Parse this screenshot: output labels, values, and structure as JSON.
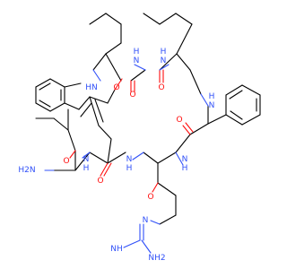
{
  "atoms": {
    "amide_h2n": "H2N",
    "amide_o": "O",
    "n_trp_nh": "N",
    "n_trp_h": "H",
    "o_trp": "O",
    "n_trp2": "N",
    "n_trp2_h": "H",
    "o_arg": "O",
    "n_arg": "N",
    "n_arg_h": "H",
    "o_phe": "O",
    "n_phe": "N",
    "n_phe_h": "H",
    "o_nle2": "O",
    "n_nle2": "N",
    "n_nle2_h": "H",
    "o_nle1": "O",
    "n_nle1": "N",
    "n_nle1_h": "H",
    "indole_nh": "HN",
    "o_lactam": "O",
    "guan_n": "N",
    "guan_nh": "NH",
    "guan_nh2": "NH2"
  },
  "colors": {
    "carbon": "#000000",
    "nitrogen": "#3050F8",
    "oxygen": "#FF0D0D"
  }
}
